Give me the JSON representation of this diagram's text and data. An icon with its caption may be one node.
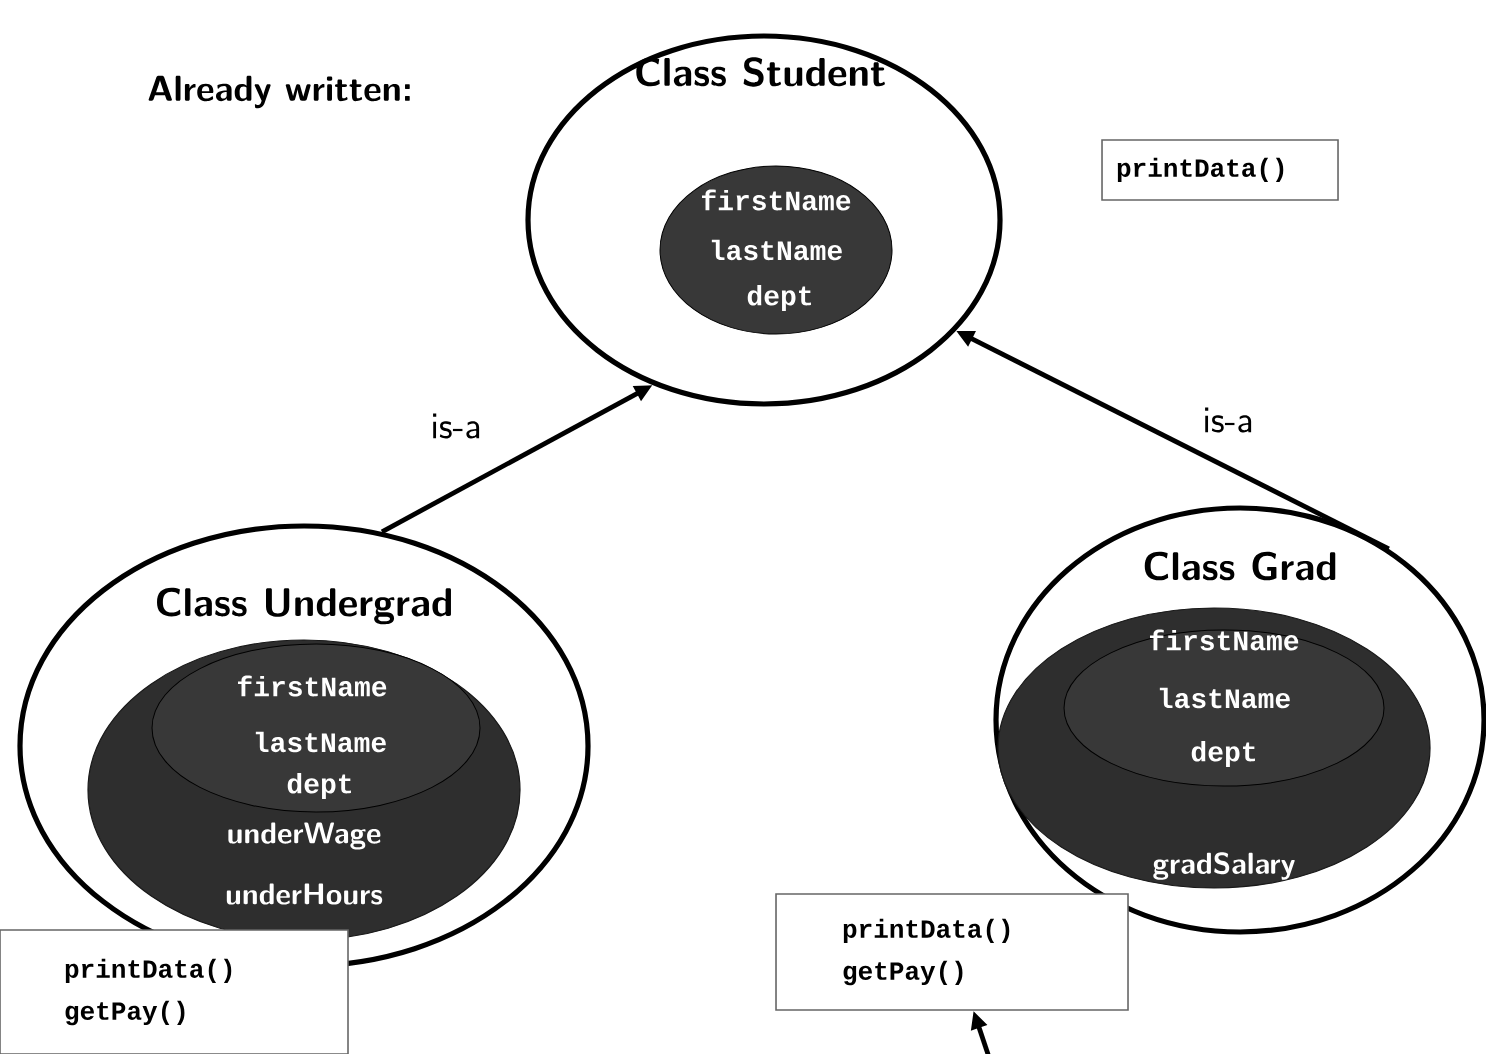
{
  "diagram": {
    "nodes": [
      {
        "text": [
          "Class Student"
        ]
      },
      {
        "text": [
          "firstName",
          "lastName",
          "dept"
        ],
        "in": 0
      },
      {
        "text": [
          "printData()"
        ]
      },
      {
        "text": [
          "Class Undergrad"
        ]
      },
      {
        "text": [
          "underWage",
          "underHours"
        ],
        "in": 3
      },
      {
        "text": [
          "firstName",
          "lastName",
          "dept"
        ],
        "in": 4
      },
      {
        "text": [
          "printData() getPay()"
        ]
      },
      {
        "text": [
          "Class Grad"
        ]
      },
      {
        "text": [
          "gradSalary"
        ],
        "in": 7
      },
      {
        "text": [
          "firstName",
          "lastName",
          "dept"
        ],
        "in": 8
      },
      {
        "text": [
          "printData() getPay()"
        ]
      }
    ],
    "edges": [
      {
        "from": 3,
        "to": 0,
        "arrow": "to",
        "label": "is-a"
      },
      {
        "from": 7,
        "to": 0,
        "arrow": "to",
        "label": "is-a"
      },
      {
        "from": null,
        "to": 10,
        "arrow": "to"
      }
    ],
    "labels": [
      "Already written:"
    ]
  }
}
